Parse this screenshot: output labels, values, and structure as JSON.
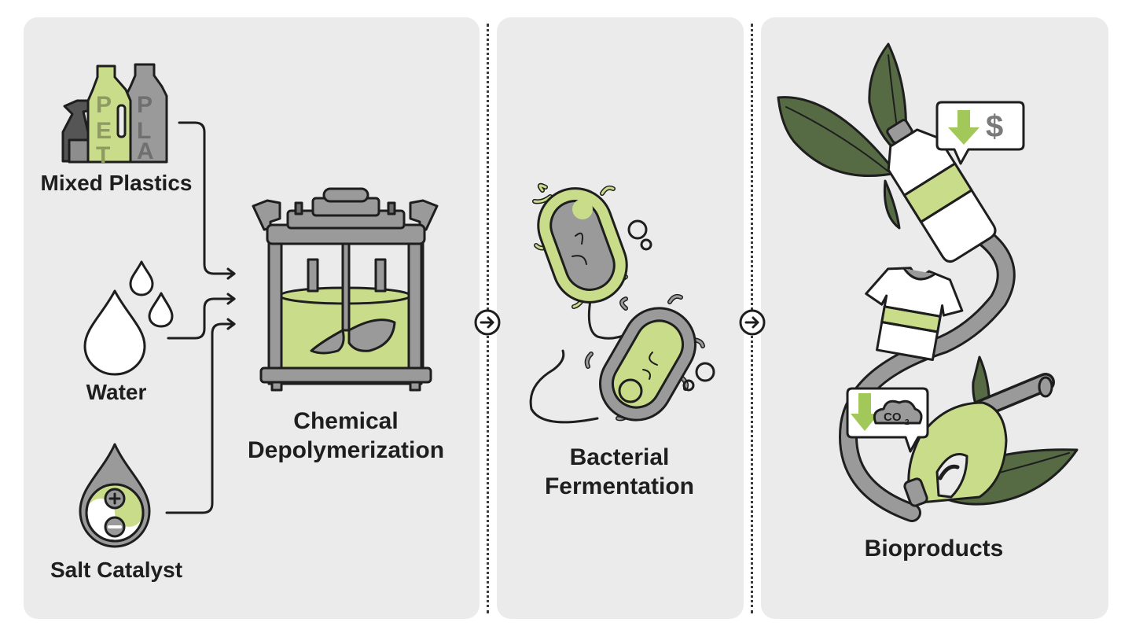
{
  "inputs": {
    "mixed_plastics": "Mixed Plastics",
    "water": "Water",
    "salt_catalyst": "Salt Catalyst"
  },
  "bottle_letters": {
    "pet": [
      "P",
      "E",
      "T"
    ],
    "pla": [
      "P",
      "L",
      "A"
    ]
  },
  "stages": {
    "chemical_line1": "Chemical",
    "chemical_line2": "Depolymerization",
    "bacterial_line1": "Bacterial",
    "bacterial_line2": "Fermentation",
    "bioproducts": "Bioproducts"
  },
  "badges": {
    "cost": "$",
    "co2": "CO",
    "co2_sub": "2"
  },
  "colors": {
    "panel": "#ebebeb",
    "accent_green": "#c9dc8a",
    "leaf_green": "#566b44",
    "gray": "#9a9a9a",
    "outline": "#1e1e1e"
  }
}
